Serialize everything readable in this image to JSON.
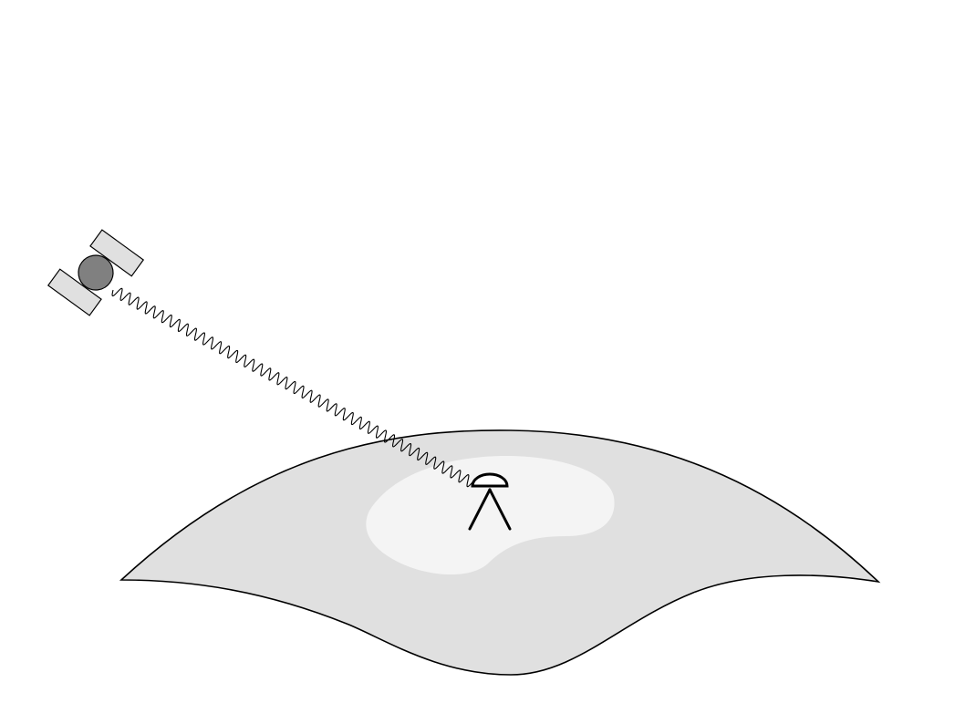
{
  "diagram": {
    "elements": [
      "satellite",
      "signal-wave",
      "ground-terrain",
      "coverage-area",
      "ground-receiver-antenna"
    ]
  },
  "colors": {
    "background": "#ffffff",
    "terrain_fill": "#e0e0e0",
    "coverage_fill": "#f4f4f4",
    "satellite_body": "#808080",
    "solar_panel": "#e0e0e0",
    "outline": "#000000"
  }
}
